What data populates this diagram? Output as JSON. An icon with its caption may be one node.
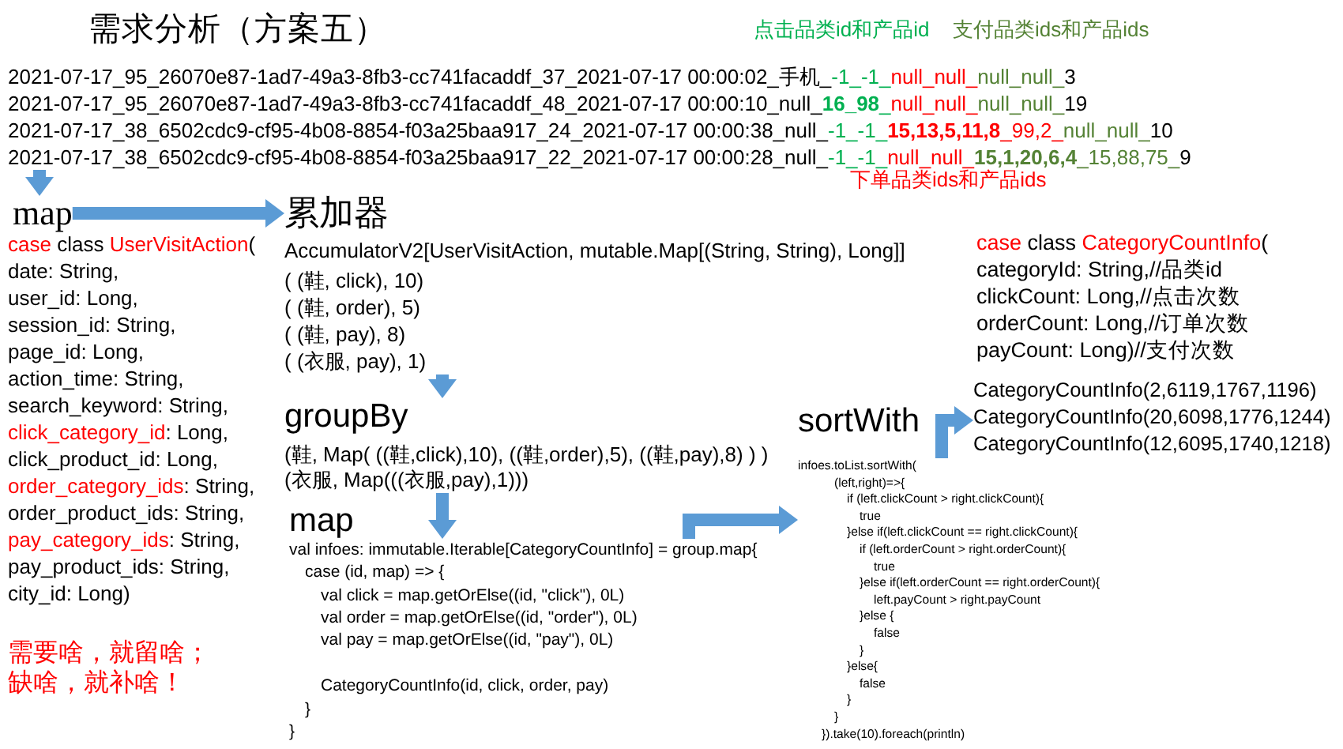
{
  "diagram": {
    "title": "需求分析（方案五）",
    "nodes": [
      {
        "text": [
          "2021-07-17_95_26070e87-1ad7-49a3-8fb3-cc741facaddf_37_2021-07-17 00:00:02_手机_",
          "-1_-1_",
          "null_null_",
          "null_null_",
          "3",
          "2021-07-17_95_26070e87-1ad7-49a3-8fb3-cc741facaddf_48_2021-07-17 00:00:10_null_",
          "**16_98**_",
          "null_null_",
          "null_null_",
          "19",
          "2021-07-17_38_6502cdc9-cf95-4b08-8854-f03a25baa917_24_2021-07-17 00:00:38_null_",
          "-1_-1_",
          "**15,13,5,11,8**_99,2_",
          "null_null_",
          "10",
          "2021-07-17_38_6502cdc9-cf95-4b08-8854-f03a25baa917_22_2021-07-17 00:00:28_null_",
          "-1_-1_",
          "null_null_",
          "**15,1,20,6,4**_15,88,75_",
          "9"
        ]
      },
      {
        "text": [
          "map"
        ]
      },
      {
        "text": [
          "累加器",
          "AccumulatorV2[UserVisitAction, mutable.Map[(String, String), Long]]",
          "( (鞋, click), 10)",
          "( (鞋, order), 5)",
          "( (鞋, pay), 8)",
          "( (衣服, pay), 1)"
        ]
      },
      {
        "text": [
          "groupBy",
          "(鞋, Map( ((鞋,click),10), ((鞋,order),5), ((鞋,pay),8) ) )",
          "(衣服, Map(((衣服,pay),1)))"
        ]
      },
      {
        "text": [
          "map",
          "val infoes: immutable.Iterable[CategoryCountInfo] = group.map{",
          "case (id, map) => {",
          "val click = map.getOrElse((id, \"click\"), 0L)",
          "val order = map.getOrElse((id, \"order\"), 0L)",
          "val pay = map.getOrElse((id, \"pay\"), 0L)",
          "CategoryCountInfo(id, click, order, pay)",
          "}",
          "}"
        ]
      },
      {
        "text": [
          "sortWith",
          "infoes.toList.sortWith(",
          "(left,right)=>{",
          "if (left.clickCount > right.clickCount){",
          "true",
          "}else if(left.clickCount == right.clickCount){",
          "if (left.orderCount > right.orderCount){",
          "true",
          "}else if(left.orderCount == right.orderCount){",
          "left.payCount > right.payCount",
          "}else {",
          "false",
          "}",
          "}else{",
          "false",
          "}",
          "}",
          "}).take(10).foreach(println)"
        ]
      },
      {
        "text": [
          "CategoryCountInfo(2,6119,1767,1196)",
          "CategoryCountInfo(20,6098,1776,1244)",
          "CategoryCountInfo(12,6095,1740,1218)"
        ]
      }
    ],
    "edges": [
      {
        "from": 0,
        "to": 1,
        "arrow": "to"
      },
      {
        "from": 1,
        "to": 2,
        "arrow": "to"
      },
      {
        "from": 2,
        "to": 3,
        "arrow": "to"
      },
      {
        "from": 3,
        "to": 4,
        "arrow": "to"
      },
      {
        "from": 4,
        "to": 5,
        "arrow": "to"
      },
      {
        "from": 5,
        "to": 6,
        "arrow": "to"
      }
    ],
    "labels": [
      "点击品类id和产品id",
      "支付品类ids和产品ids",
      "下单品类ids和产品ids",
      "case",
      "class",
      "UserVisitAction",
      "(",
      "date: String,",
      "user_id: Long,",
      "session_id: String,",
      "page_id: Long,",
      "action_time: String,",
      "search_keyword: String,",
      "click_category_id",
      ": Long,",
      "click_product_id: Long,",
      "order_category_ids",
      ": String,",
      "order_product_ids: String,",
      "pay_category_ids",
      ": String,",
      "pay_product_ids: String,",
      "city_id: Long)",
      "需要啥，就留啥；缺啥，就补啥！",
      "case",
      "class",
      "CategoryCountInfo",
      "(",
      "categoryId: String,//品类id",
      "clickCount: Long,//点击次数",
      "orderCount: Long,//订单次数",
      "payCount: Long)//支付次数"
    ]
  }
}
